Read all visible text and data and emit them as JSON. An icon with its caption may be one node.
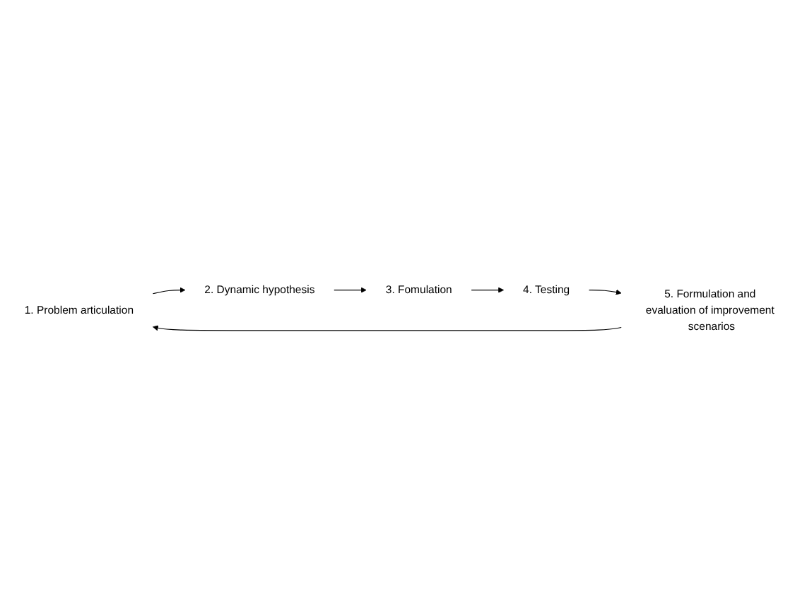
{
  "diagram": {
    "nodes": [
      {
        "text": [
          "1. Problem articulation"
        ]
      },
      {
        "text": [
          "2. Dynamic hypothesis"
        ]
      },
      {
        "text": [
          "3. Fomulation"
        ]
      },
      {
        "text": [
          "4. Testing"
        ]
      },
      {
        "text": [
          "5. Formulation and evaluation of improvement scenarios"
        ]
      }
    ],
    "edges": [
      {
        "from": 0,
        "to": 1,
        "arrow": "to"
      },
      {
        "from": 1,
        "to": 2,
        "arrow": "to"
      },
      {
        "from": 2,
        "to": 3,
        "arrow": "to"
      },
      {
        "from": 3,
        "to": 4,
        "arrow": "to"
      },
      {
        "from": 4,
        "to": 0,
        "arrow": "to"
      }
    ]
  }
}
